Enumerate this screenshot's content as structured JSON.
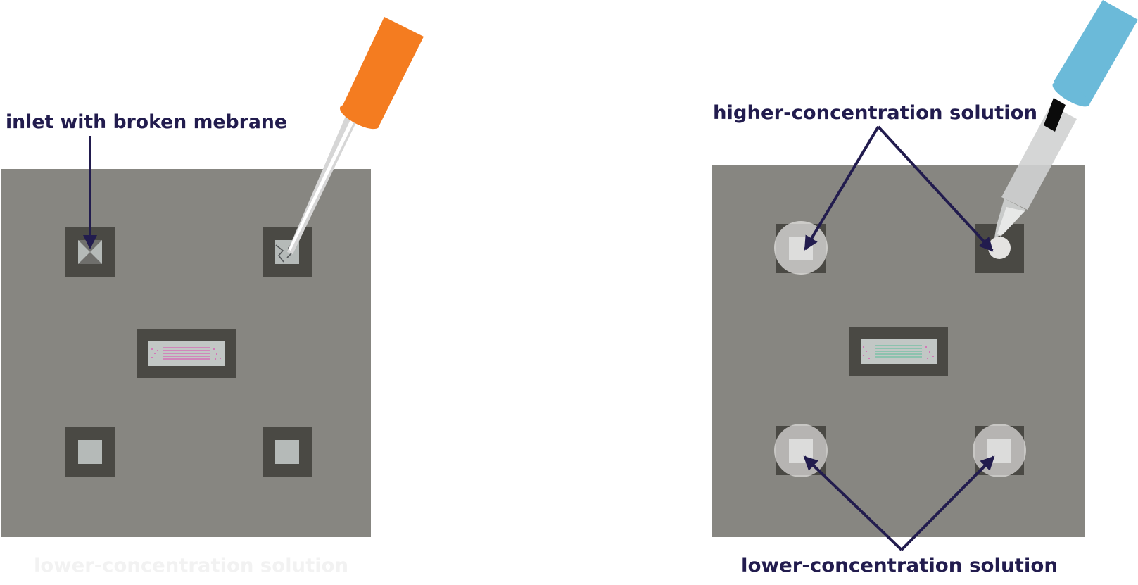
{
  "labels": {
    "broken_inlet": "inlet with broken mebrane",
    "higher_solution": "higher-concentration solution",
    "lower_solution_right": "lower-concentration solution",
    "lower_solution_left_faint": "lower-concentration solution"
  },
  "colors": {
    "chip_body": "#878681",
    "well_frame": "#4a4944",
    "well_inner": "#b5bab8",
    "label_text": "#221c4e",
    "faint_text": "#f2f2f2",
    "arrow": "#221c4e",
    "pipette_orange": "#f47c20",
    "pipette_blue": "#6bbad9",
    "droplet": "#e4e3e1",
    "channel_pink": "#d85fb5",
    "channel_teal": "#6cc0a0"
  },
  "icons": {
    "left_pipette": "pipette-icon",
    "right_pipette": "pipette-icon",
    "cracked_membrane": "cracked-membrane-icon"
  }
}
